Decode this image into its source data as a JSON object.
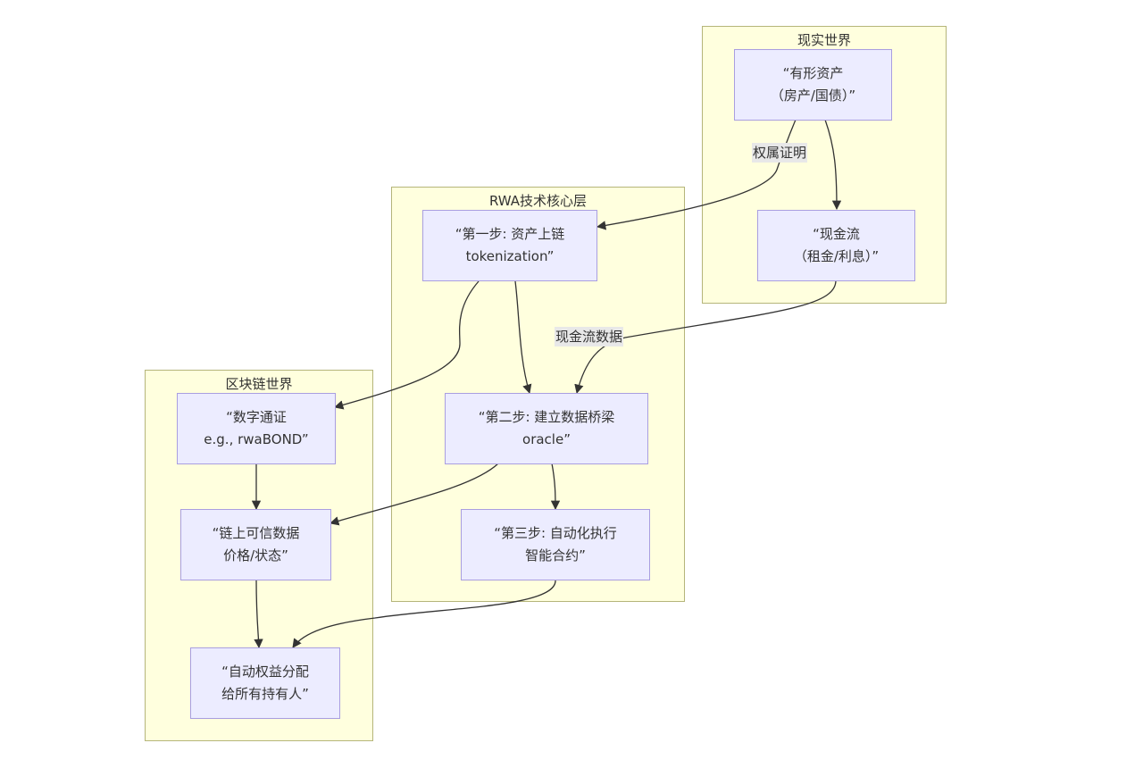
{
  "diagram": {
    "type": "flowchart",
    "clusters": {
      "real_world": {
        "title": "现实世界"
      },
      "core_layer": {
        "title": "RWA技术核心层"
      },
      "blockchain_world": {
        "title": "区块链世界"
      }
    },
    "nodes": {
      "tangible_asset": "“有形资产\n（房产/国债）”",
      "cash_flow": "“现金流\n（租金/利息）”",
      "step1": "“第一步: 资产上链\ntokenization”",
      "step2": "“第二步: 建立数据桥梁\noracle”",
      "step3": "“第三步: 自动化执行\n智能合约”",
      "digital_token": "“数字通证\ne.g., rwaBOND”",
      "onchain_data": "“链上可信数据\n价格/状态”",
      "auto_distribution": "“自动权益分配\n给所有持有人”"
    },
    "edge_labels": {
      "ownership_proof": "权属证明",
      "cashflow_data": "现金流数据"
    },
    "edges": [
      {
        "from": "tangible_asset",
        "to": "step1",
        "label": "权属证明"
      },
      {
        "from": "tangible_asset",
        "to": "cash_flow"
      },
      {
        "from": "cash_flow",
        "to": "step2",
        "label": "现金流数据"
      },
      {
        "from": "step1",
        "to": "digital_token"
      },
      {
        "from": "step1",
        "to": "step2"
      },
      {
        "from": "step2",
        "to": "onchain_data"
      },
      {
        "from": "step2",
        "to": "step3"
      },
      {
        "from": "digital_token",
        "to": "onchain_data"
      },
      {
        "from": "onchain_data",
        "to": "auto_distribution"
      },
      {
        "from": "step3",
        "to": "auto_distribution"
      }
    ],
    "colors": {
      "cluster_fill": "#ffffde",
      "cluster_border": "#b5b57a",
      "node_fill": "#ececff",
      "node_border": "#a99ee0",
      "edge": "#333333",
      "label_bg": "#e8e8e8"
    }
  }
}
